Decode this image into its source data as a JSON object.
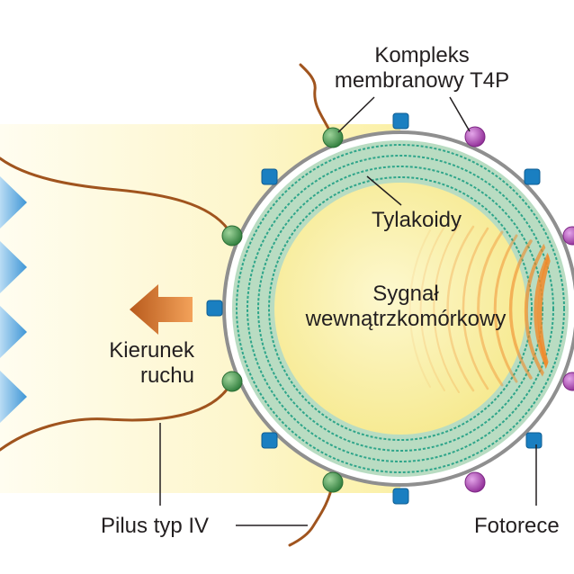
{
  "labels": {
    "membrane_complex_line1": "Kompleks",
    "membrane_complex_line2": "membranowy T4P",
    "thylakoids": "Tylakoidy",
    "signal_line1": "Sygnał",
    "signal_line2": "wewnątrzkomórkowy",
    "direction_line1": "Kierunek",
    "direction_line2": "ruchu",
    "pilus": "Pilus typ IV",
    "photoreceptor": "Fotorece"
  },
  "colors": {
    "cell_wall": "#8f8f8f",
    "thylakoid_fill": "#b9dcc2",
    "thylakoid_lines": "#2ea58a",
    "cytoplasm": "#fbf2b0",
    "pilus": "#a0541e",
    "t4p_complex": "#3f9a4d",
    "photoreceptor_cube": "#1a7fc1",
    "purple_sphere": "#b04ab8",
    "light_arrow": "#5aa9e0",
    "direction_arrow": "#d9782a",
    "signal_arcs": "#f08a2a"
  },
  "icons": {
    "light": "triangle-arrow-icon",
    "movement": "block-arrow-icon",
    "t4p": "sphere-icon",
    "receptor": "cube-icon"
  }
}
